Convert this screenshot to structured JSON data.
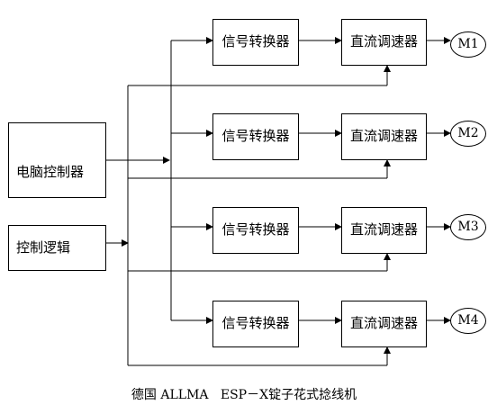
{
  "blocks": {
    "computer": "电脑控制器",
    "logic": "控制逻辑"
  },
  "channels": [
    {
      "converter": "信号转换器",
      "controller": "直流调速器",
      "motor": "M1"
    },
    {
      "converter": "信号转换器",
      "controller": "直流调速器",
      "motor": "M2"
    },
    {
      "converter": "信号转换器",
      "controller": "直流调速器",
      "motor": "M3"
    },
    {
      "converter": "信号转换器",
      "controller": "直流调速器",
      "motor": "M4"
    }
  ],
  "caption": "德国 ALLMA   ESP－X锭子花式捻线机"
}
